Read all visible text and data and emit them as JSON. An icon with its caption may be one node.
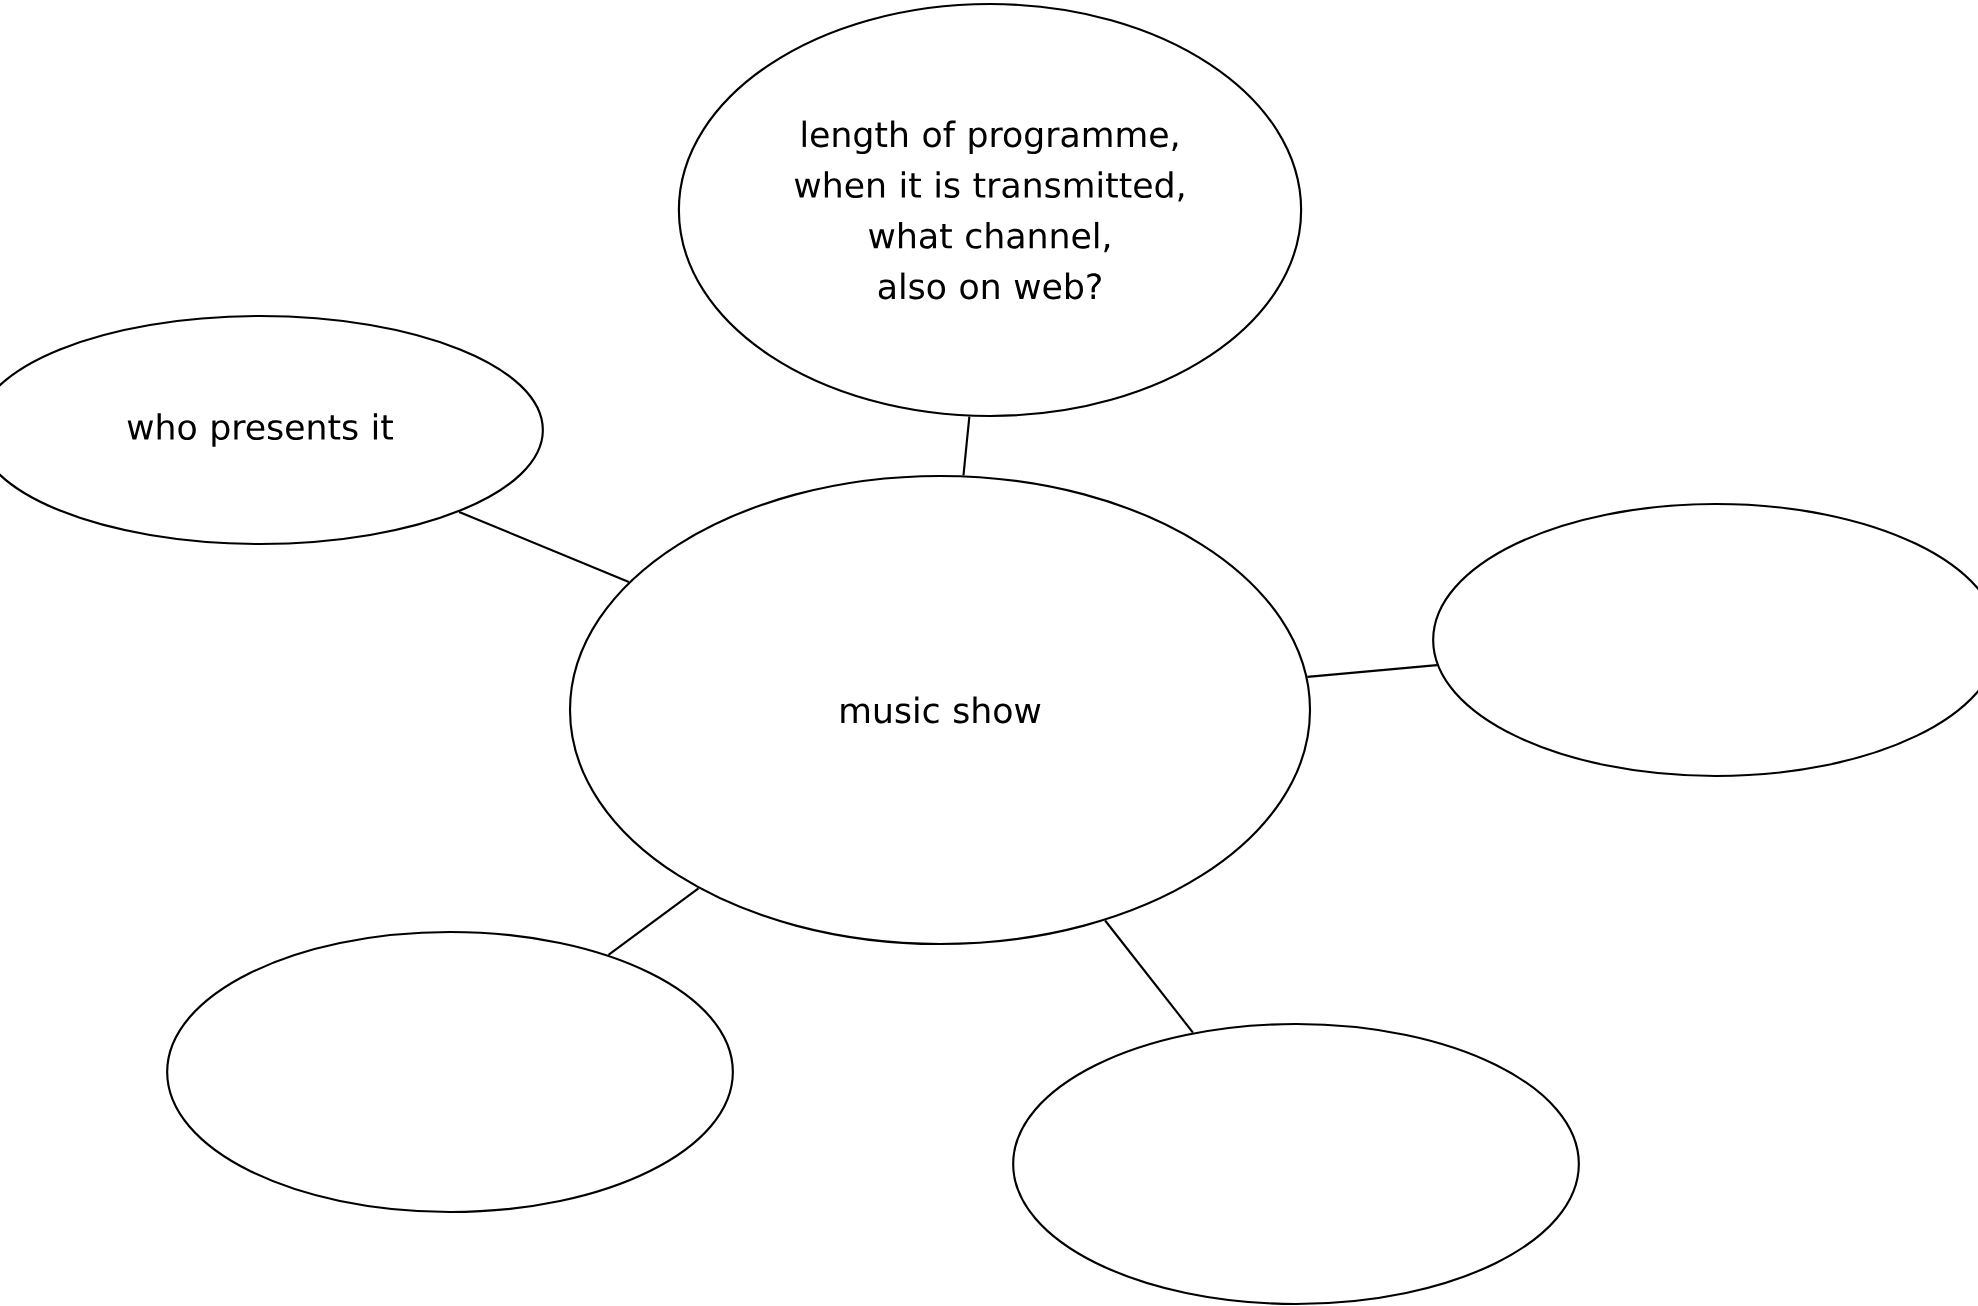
{
  "diagram": {
    "nodes": [
      {
        "text": [
          "length of programme, when it is transmitted, what channel, also on web?"
        ]
      },
      {
        "text": [
          "who presents it"
        ]
      },
      {
        "text": [
          "music show"
        ]
      },
      {
        "text": [],
        "shape": "ellipse"
      },
      {
        "text": [],
        "shape": "ellipse"
      },
      {
        "text": [],
        "shape": "ellipse"
      }
    ],
    "edges": [
      {
        "from": 2,
        "to": 0,
        "arrow": "none"
      },
      {
        "from": 2,
        "to": 1,
        "arrow": "none"
      },
      {
        "from": 2,
        "to": 3,
        "arrow": "none"
      },
      {
        "from": 2,
        "to": 4,
        "arrow": "none"
      },
      {
        "from": 2,
        "to": 5,
        "arrow": "none"
      }
    ]
  }
}
